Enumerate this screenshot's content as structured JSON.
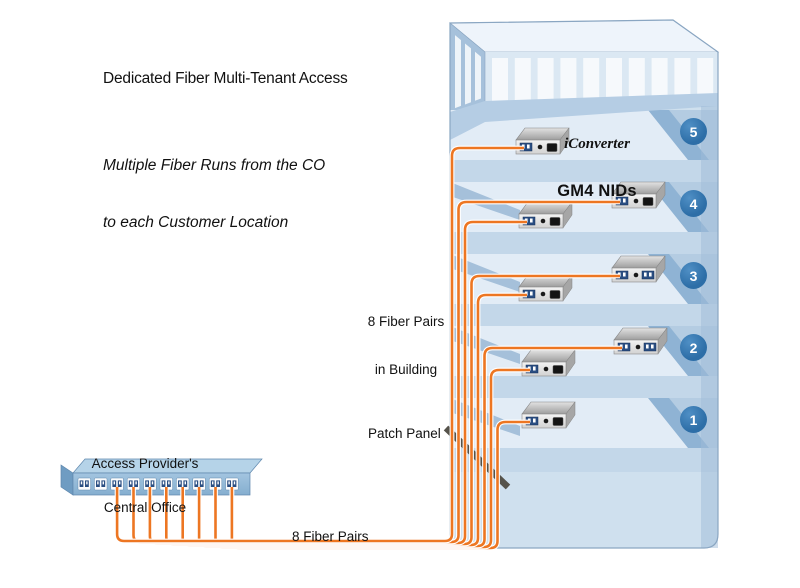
{
  "title": "Dedicated Fiber Multi-Tenant Access",
  "subtitle": {
    "line1": "Multiple Fiber Runs from the CO",
    "line2": "to each Customer Location"
  },
  "building": {
    "brand_line1": "iConverter",
    "brand_line2": "GM4 NIDs",
    "floors": [
      {
        "label": "5"
      },
      {
        "label": "4"
      },
      {
        "label": "3"
      },
      {
        "label": "2"
      },
      {
        "label": "1"
      }
    ],
    "devices": [
      {
        "floor": 5,
        "side": "left",
        "right_port": "rj45"
      },
      {
        "floor": 4,
        "side": "right",
        "right_port": "rj45"
      },
      {
        "floor": 4,
        "side": "left",
        "right_port": "rj45"
      },
      {
        "floor": 3,
        "side": "right",
        "right_port": "fiber"
      },
      {
        "floor": 3,
        "side": "left",
        "right_port": "rj45"
      },
      {
        "floor": 2,
        "side": "right",
        "right_port": "fiber"
      },
      {
        "floor": 2,
        "side": "left",
        "right_port": "rj45"
      },
      {
        "floor": 1,
        "side": "left",
        "right_port": "rj45"
      }
    ]
  },
  "labels": {
    "riser_line1": "8 Fiber Pairs",
    "riser_line2": "in Building",
    "patch_panel": "Patch Panel",
    "co_line1": "Access Provider's",
    "co_line2": "Central Office",
    "fiber_run": "8 Fiber Pairs"
  },
  "fibers": {
    "count": 8,
    "co_ports": 10
  },
  "colors": {
    "orange": "#ED7622",
    "casing": "#FFFFFF",
    "buildingBase": "#CFE0EE",
    "slab": "#E2ECF6",
    "band": "#C3D7E9",
    "wedge": "#8FB3D4",
    "rightRegion": "#B4CCE2",
    "stripOverlay": "#9FBCD8",
    "roofTop": "#EEF4FB",
    "windowBand": "#DBE8F3",
    "window": "#F6F9FC",
    "leftStrip": "#A6C1DB",
    "ceiling": "#B5CDE4",
    "badge": "#2D6EA7",
    "coTop": "#B5D3E8",
    "coFront": "#94BAD9",
    "coSide": "#6F9CC2",
    "patchBar": "#55524A",
    "devSide": "#A6A6A6",
    "portNavy": "#2A4E82",
    "portDark": "#141414"
  }
}
